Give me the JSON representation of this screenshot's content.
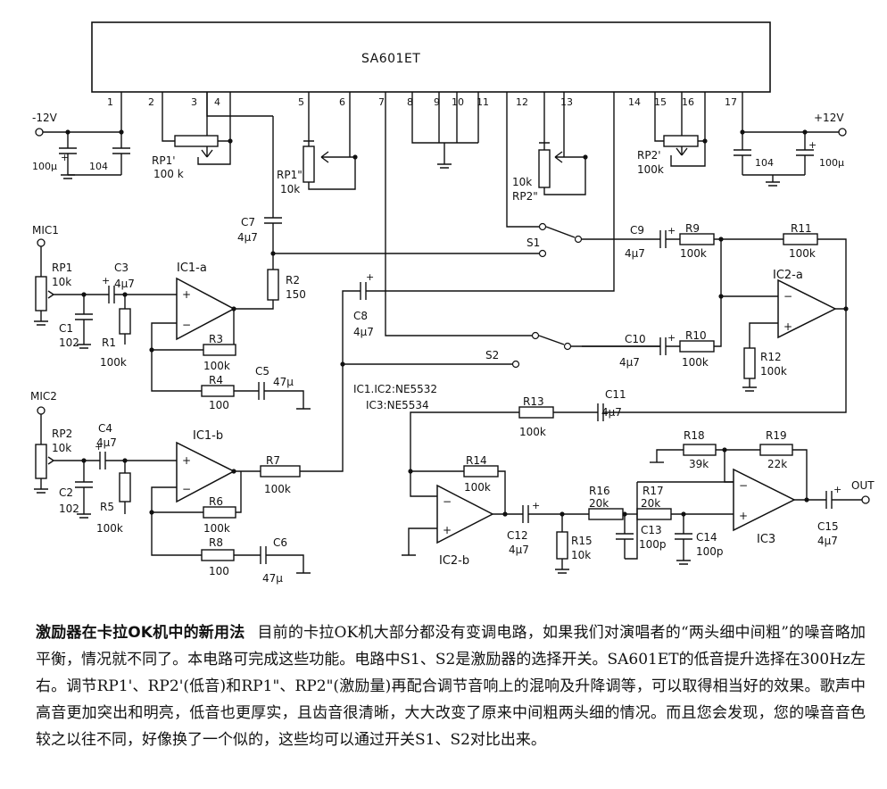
{
  "chip": {
    "name": "SA601ET",
    "pins": [
      "1",
      "2",
      "3",
      "4",
      "5",
      "6",
      "7",
      "8",
      "9",
      "10",
      "11",
      "12",
      "13",
      "14",
      "15",
      "16",
      "17"
    ]
  },
  "supply": {
    "negative": "-12V",
    "positive": "+12V"
  },
  "components": {
    "cap_100u_neg": "100μ",
    "cap_104_neg": "104",
    "cap_104_pos": "104",
    "cap_100u_pos": "100μ",
    "rp1p_name": "RP1'",
    "rp1p_value": "100 k",
    "rp1pp_name": "RP1\"",
    "rp1pp_value": "10k",
    "rp2pp_value": "10k",
    "rp2pp_name": "RP2\"",
    "rp2p_name": "RP2'",
    "rp2p_value": "100k",
    "c7_name": "C7",
    "c7_value": "4μ7",
    "r2_name": "R2",
    "r2_value": "150",
    "mic1": "MIC1",
    "rp1_name": "RP1",
    "rp1_value": "10k",
    "c3_name": "C3",
    "c3_value": "4μ7",
    "c1_name": "C1",
    "c1_value": "102",
    "r1_name": "R1",
    "r1_value": "100k",
    "ic1a": "IC1-a",
    "r3_name": "R3",
    "r3_value": "100k",
    "r4_name": "R4",
    "r4_value": "100",
    "c5_name": "C5",
    "c5_value": "47μ",
    "s1": "S1",
    "s2": "S2",
    "c9_name": "C9",
    "c9_value": "4μ7",
    "r9_name": "R9",
    "r9_value": "100k",
    "r11_name": "R11",
    "r11_value": "100k",
    "ic2a": "IC2-a",
    "c8_name": "C8",
    "c8_value": "4μ7",
    "c10_name": "C10",
    "c10_value": "4μ7",
    "r10_name": "R10",
    "r10_value": "100k",
    "r12_name": "R12",
    "r12_value": "100k",
    "ic_note_1": "IC1.IC2:NE5532",
    "ic_note_2": "IC3:NE5534",
    "c11_name": "C11",
    "c11_value": "4μ7",
    "r13_name": "R13",
    "r13_value": "100k",
    "mic2": "MIC2",
    "rp2_name": "RP2",
    "rp2_value": "10k",
    "c4_name": "C4",
    "c4_value": "4μ7",
    "c2_name": "C2",
    "c2_value": "102",
    "r5_name": "R5",
    "r5_value": "100k",
    "ic1b": "IC1-b",
    "r7_name": "R7",
    "r7_value": "100k",
    "r6_name": "R6",
    "r6_value": "100k",
    "r8_name": "R8",
    "r8_value": "100",
    "c6_name": "C6",
    "c6_value": "47μ",
    "r14_name": "R14",
    "r14_value": "100k",
    "ic2b": "IC2-b",
    "c12_name": "C12",
    "c12_value": "4μ7",
    "r15_name": "R15",
    "r15_value": "10k",
    "r16_name": "R16",
    "r16_value": "20k",
    "r17_name": "R17",
    "r17_value": "20k",
    "c13_name": "C13",
    "c13_value": "100p",
    "c14_name": "C14",
    "c14_value": "100p",
    "r18_name": "R18",
    "r18_value": "39k",
    "r19_name": "R19",
    "r19_value": "22k",
    "ic3": "IC3",
    "c15_name": "C15",
    "c15_value": "4μ7",
    "out": "OUT"
  },
  "caption": {
    "title": "激励器在卡拉OK机中的新用法",
    "body": "目前的卡拉OK机大部分都没有变调电路，如果我们对演唱者的“两头细中间粗”的噪音略加平衡，情况就不同了。本电路可完成这些功能。电路中S1、S2是激励器的选择开关。SA601ET的低音提升选择在300Hz左右。调节RP1'、RP2'(低音)和RP1\"、RP2\"(激励量)再配合调节音响上的混响及升降调等，可以取得相当好的效果。歌声中高音更加突出和明亮，低音也更厚实，且齿音很清晰，大大改变了原来中间粗两头细的情况。而且您会发现，您的噪音音色较之以往不同，好像换了一个似的，这些均可以通过开关S1、S2对比出来。"
  }
}
